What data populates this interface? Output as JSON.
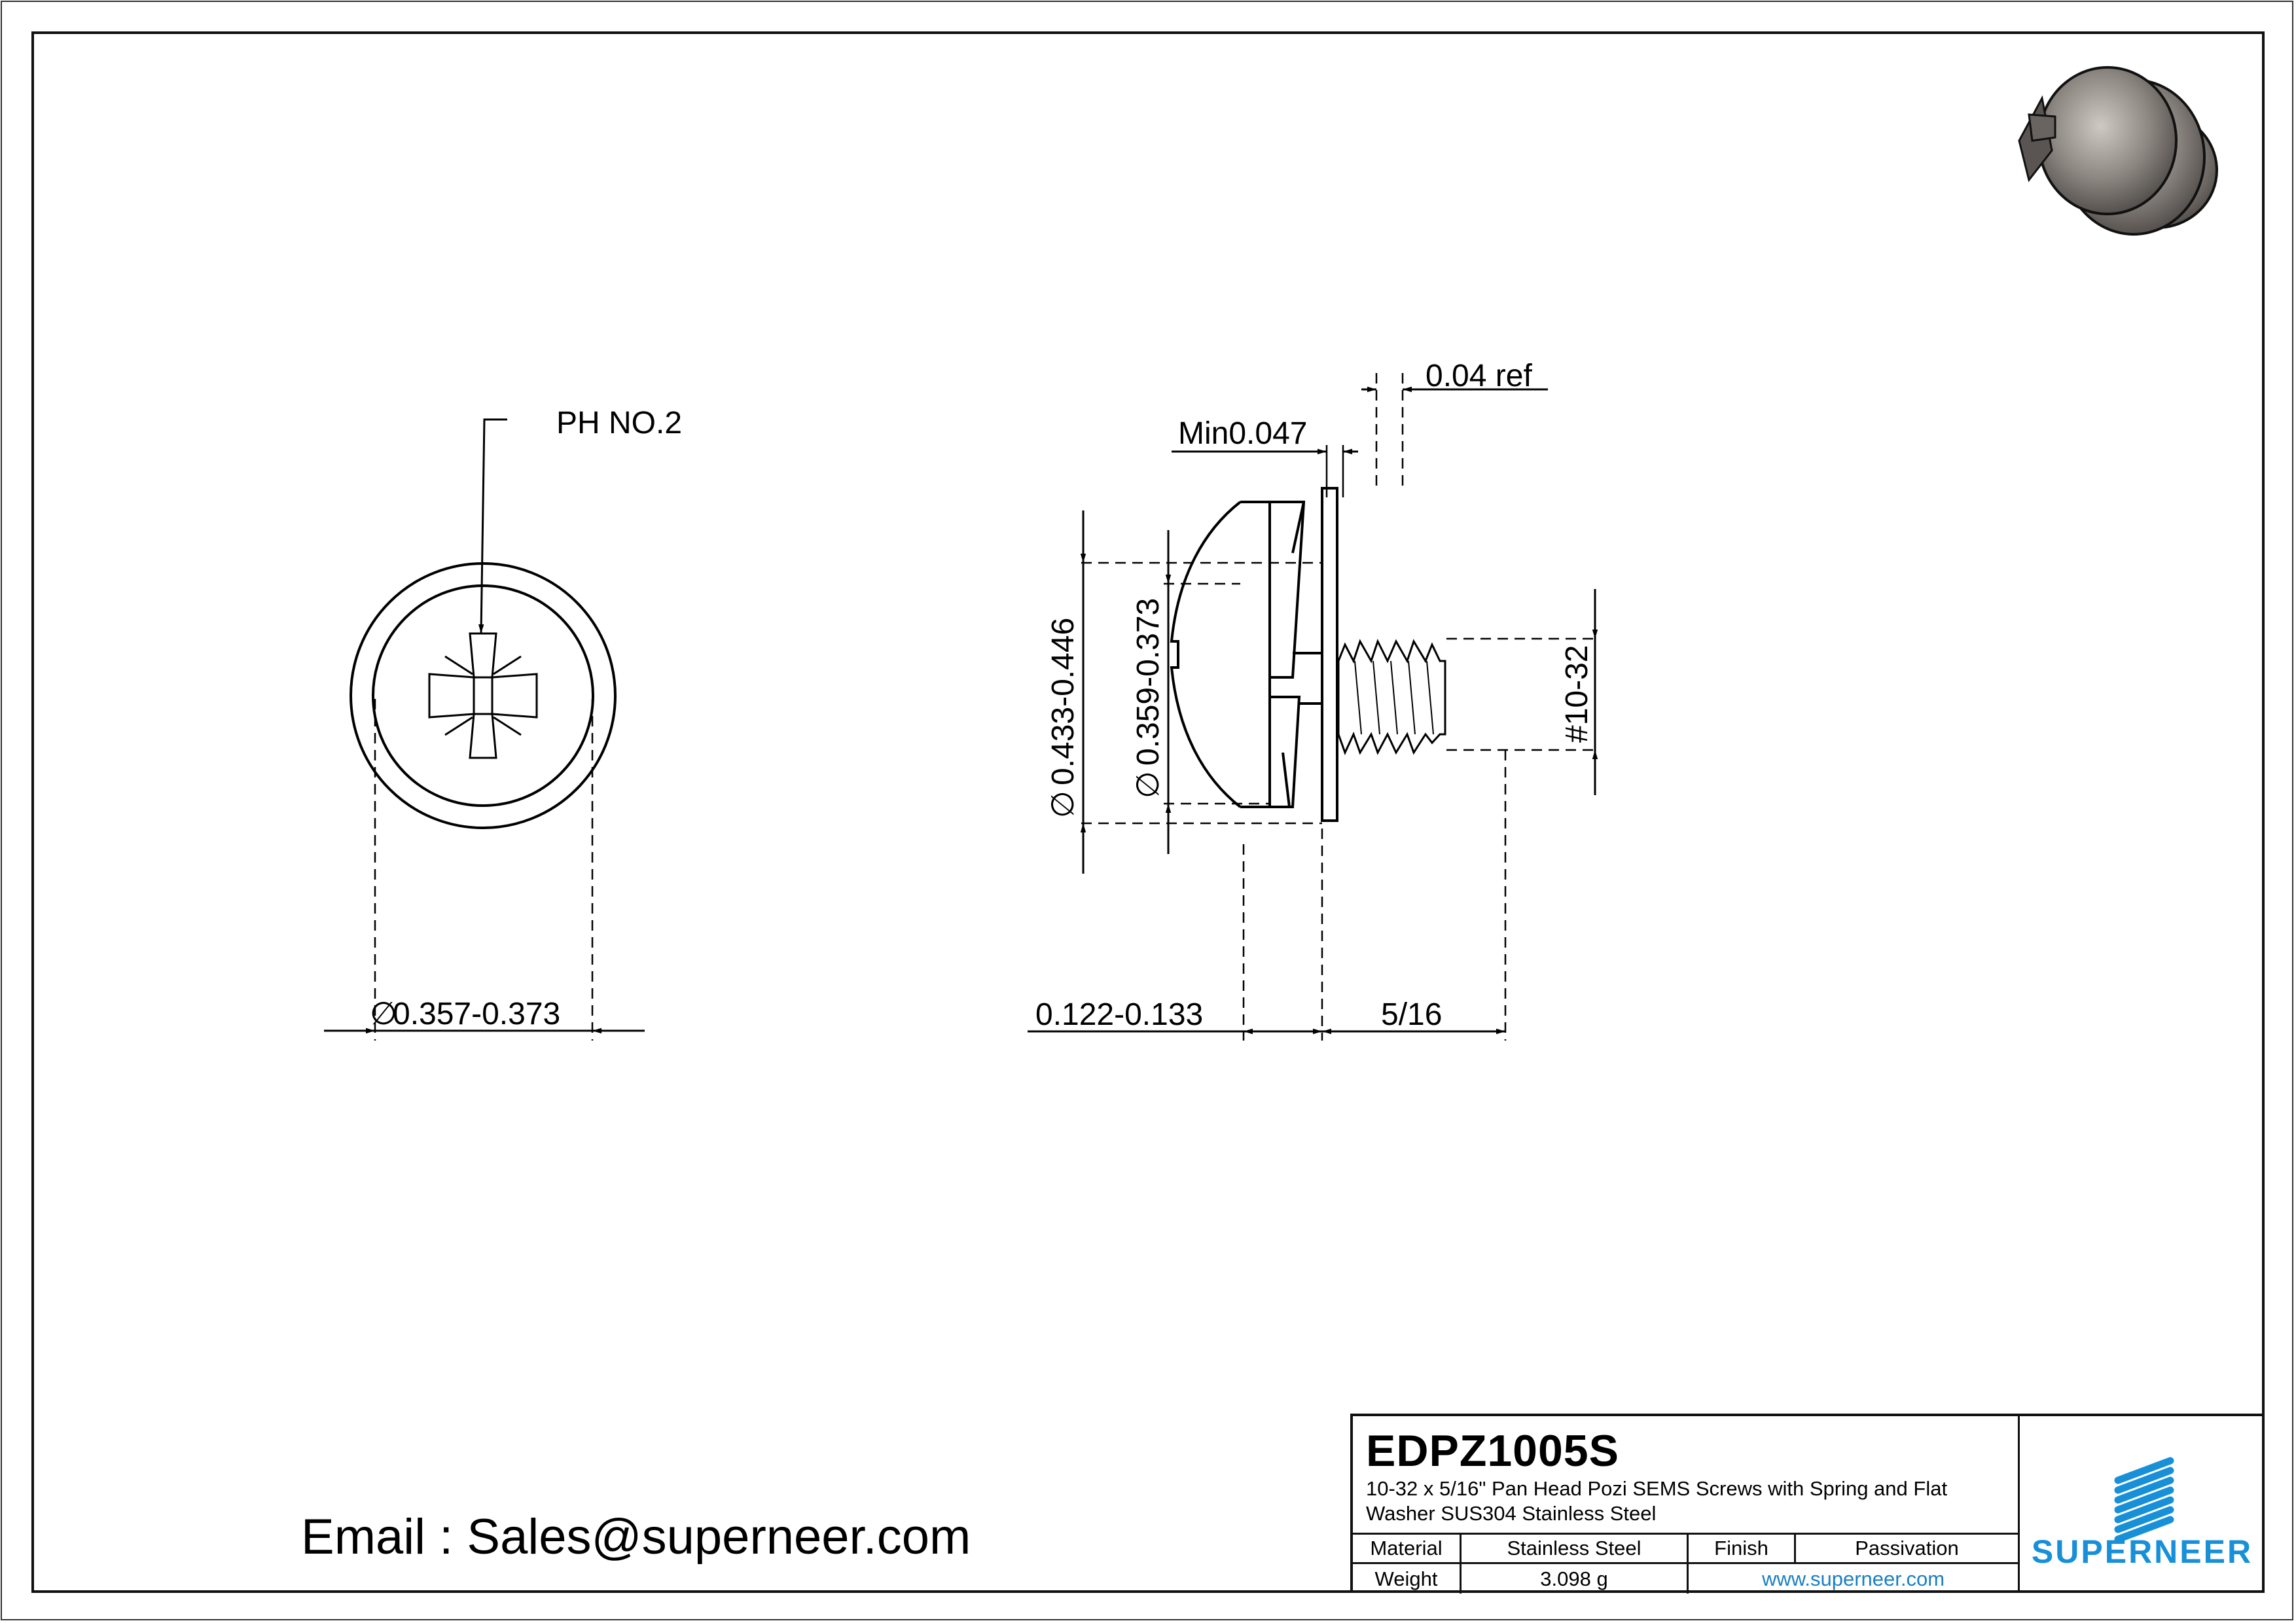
{
  "drawing": {
    "front_view": {
      "callout": "PH NO.2",
      "diameter_dim": "0.357-0.373",
      "diameter_symbol": "∅"
    },
    "side_view": {
      "washer_thickness_dim": "0.04 ref",
      "spring_washer_dim": "Min0.047",
      "flat_washer_od_dim": "0.433-0.446",
      "head_dia_dim": "0.359-0.373",
      "thread_dim": "#10-32",
      "head_height_dim": "0.122-0.133",
      "length_dim": "5/16",
      "diameter_symbol": "∅"
    },
    "iso_view": {
      "icon": "screw-3d-render"
    }
  },
  "contact": {
    "email_line": "Email : Sales@superneer.com"
  },
  "title_block": {
    "part_number": "EDPZ1005S",
    "description": "10-32 x 5/16\" Pan Head Pozi SEMS Screws with Spring and Flat Washer SUS304 Stainless Steel",
    "material_label": "Material",
    "material_value": "Stainless Steel",
    "finish_label": "Finish",
    "finish_value": "Passivation",
    "weight_label": "Weight",
    "weight_value": "3.098 g",
    "website": "www.superneer.com",
    "brand": "SUPERNEER",
    "brand_color": "#1890d8"
  }
}
